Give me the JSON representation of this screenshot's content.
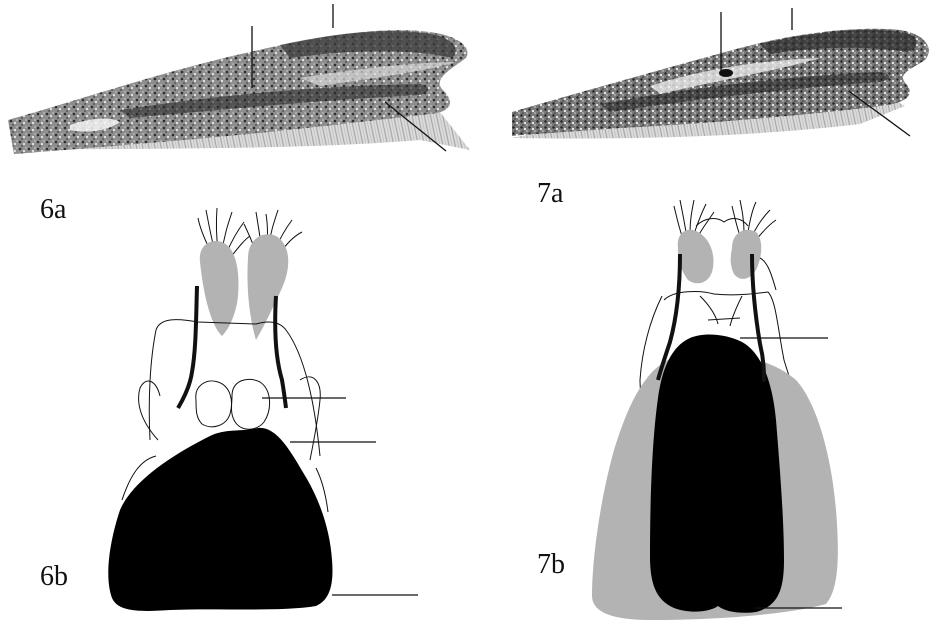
{
  "panels": {
    "p6a": "6a",
    "p7a": "7a",
    "p6b": "6b",
    "p7b": "7b"
  },
  "colors": {
    "sclerite_dark": "#000000",
    "sclerite_grey": "#b3b3b3",
    "wing_base": "#9a9a9a",
    "wing_dark": "#3a3a3a",
    "outline": "#111111"
  }
}
